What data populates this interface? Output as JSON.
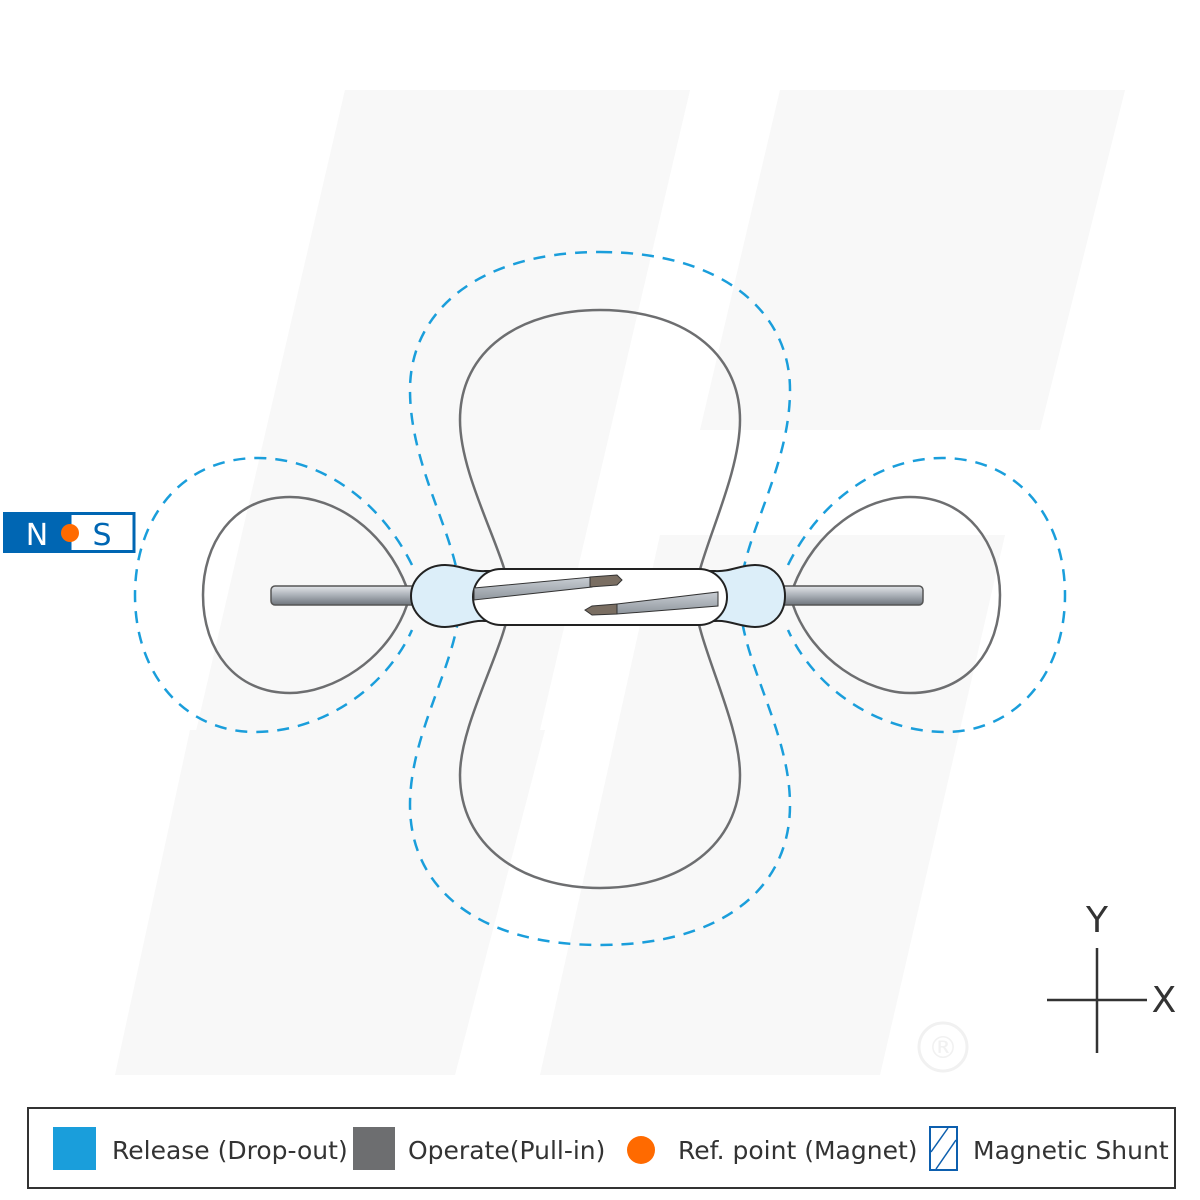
{
  "magnet": {
    "north_label": "N",
    "south_label": "S"
  },
  "axes": {
    "x_label": "X",
    "y_label": "Y"
  },
  "watermark": {
    "registered_mark": "®"
  },
  "legend": {
    "items": [
      {
        "label": "Release (Drop-out)",
        "color": "#1a9edb",
        "symbol": "square"
      },
      {
        "label": "Operate(Pull-in)",
        "color": "#6d6e70",
        "symbol": "square"
      },
      {
        "label": "Ref. point (Magnet)",
        "color": "#ff6a00",
        "symbol": "circle"
      },
      {
        "label": "Magnetic Shunt",
        "color": "#0d5fae",
        "symbol": "hatched-square"
      }
    ]
  },
  "colors": {
    "release": "#1a9edb",
    "operate": "#6d6e70",
    "magnet_blue": "#0066b3",
    "glass": "#dceef9"
  }
}
